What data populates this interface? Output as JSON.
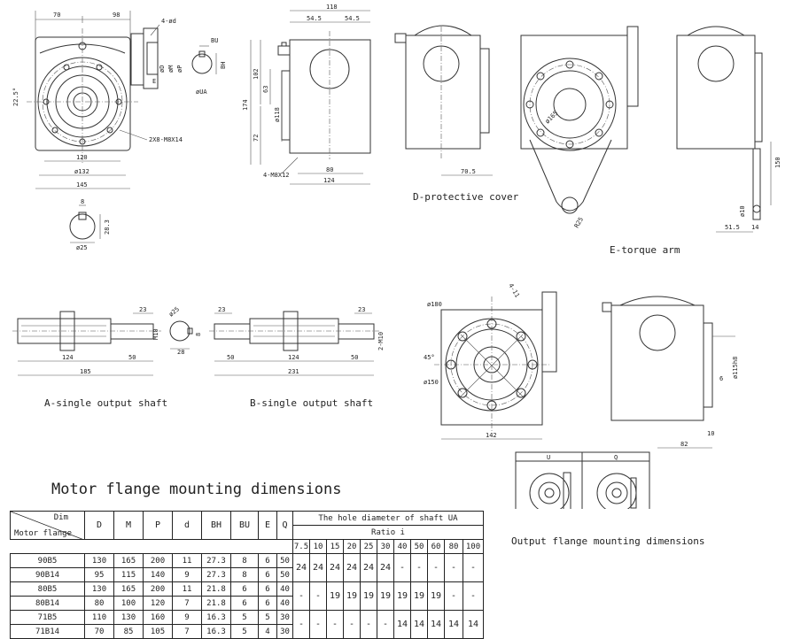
{
  "view_a": {
    "dim_70": "70",
    "dim_98": "98",
    "dim_4d": "4-ød",
    "dim_d": "øD",
    "dim_m": "øM",
    "dim_p": "øP",
    "dim_e": "E",
    "dim_bu": "BU",
    "dim_bh": "BH",
    "dim_ua": "øUA",
    "angle": "22.5°",
    "bolts": "2X8-M8X14",
    "dim_120": "120",
    "dim_132": "ø132",
    "dim_145": "145",
    "key_8": "8",
    "key_283": "28.3",
    "key_25": "ø25"
  },
  "view_b": {
    "dim_118": "118",
    "dim_545a": "54.5",
    "dim_545b": "54.5",
    "dim_102": "102",
    "dim_174": "174",
    "dim_63": "63",
    "dim_72": "72",
    "dim_118d": "ø118",
    "dim_80": "80",
    "dim_124": "124",
    "bolts": "4-M8X12"
  },
  "view_d": {
    "dim_705": "70.5",
    "caption": "D-protective cover"
  },
  "view_e": {
    "dim_165": "ø165",
    "dim_25": "R25",
    "dim_150": "150",
    "dim_10": "ø10",
    "dim_515": "51.5",
    "dim_14": "14",
    "caption": "E-torque arm"
  },
  "shaft_a": {
    "d25": "ø25",
    "d23": "23",
    "m10": "M10",
    "d124": "124",
    "d50": "50",
    "d28": "28",
    "d8": "8",
    "d185": "185",
    "caption": "A-single output shaft"
  },
  "shaft_b": {
    "d23": "23",
    "d50a": "50",
    "d124": "124",
    "d50b": "50",
    "m10": "2-M10",
    "d231": "231",
    "caption": "B-single output shaft"
  },
  "view_out": {
    "d180": "ø180",
    "holes": "4-11",
    "angle": "45°",
    "d150": "ø150",
    "d142": "142",
    "d115": "ø115h8",
    "d6": "6",
    "d10": "10",
    "d82": "82"
  },
  "output_flange": {
    "u_label": "U",
    "q_label": "Q",
    "caption": "Output flange mounting dimensions"
  },
  "table": {
    "title": "Motor flange mounting dimensions",
    "dim_label": "Dim",
    "flange_label": "Motor flange",
    "cols": [
      "D",
      "M",
      "P",
      "d",
      "BH",
      "BU",
      "E",
      "Q"
    ],
    "ua_header": "The hole diameter of shaft UA",
    "ratio_header": "Ratio i",
    "ratios": [
      "7.5",
      "10",
      "15",
      "20",
      "25",
      "30",
      "40",
      "50",
      "60",
      "80",
      "100"
    ],
    "rows": [
      {
        "name": "90B5",
        "vals": [
          "130",
          "165",
          "200",
          "11",
          "27.3",
          "8",
          "6",
          "50"
        ]
      },
      {
        "name": "90B14",
        "vals": [
          "95",
          "115",
          "140",
          "9",
          "27.3",
          "8",
          "6",
          "50"
        ]
      },
      {
        "name": "80B5",
        "vals": [
          "130",
          "165",
          "200",
          "11",
          "21.8",
          "6",
          "6",
          "40"
        ]
      },
      {
        "name": "80B14",
        "vals": [
          "80",
          "100",
          "120",
          "7",
          "21.8",
          "6",
          "6",
          "40"
        ]
      },
      {
        "name": "71B5",
        "vals": [
          "110",
          "130",
          "160",
          "9",
          "16.3",
          "5",
          "5",
          "30"
        ]
      },
      {
        "name": "71B14",
        "vals": [
          "70",
          "85",
          "105",
          "7",
          "16.3",
          "5",
          "4",
          "30"
        ]
      }
    ],
    "ua_groups": [
      [
        "24",
        "24",
        "24",
        "24",
        "24",
        "24",
        "-",
        "-",
        "-",
        "-",
        "-"
      ],
      [
        "-",
        "-",
        "19",
        "19",
        "19",
        "19",
        "19",
        "19",
        "19",
        "-",
        "-"
      ],
      [
        "-",
        "-",
        "-",
        "-",
        "-",
        "-",
        "14",
        "14",
        "14",
        "14",
        "14"
      ]
    ]
  }
}
